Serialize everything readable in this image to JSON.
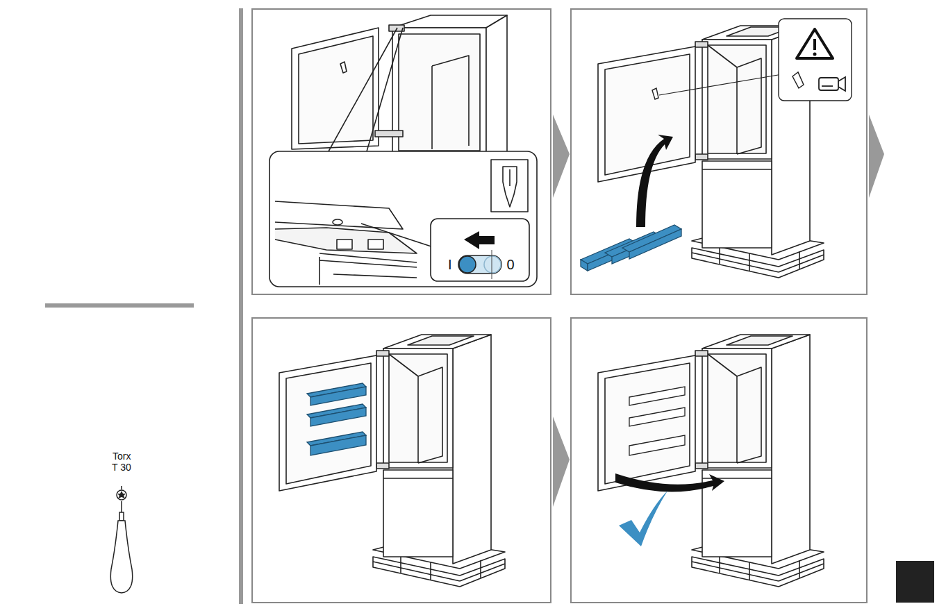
{
  "diagram": {
    "labels": [
      "Torx",
      "T 30",
      "I",
      "0"
    ]
  }
}
